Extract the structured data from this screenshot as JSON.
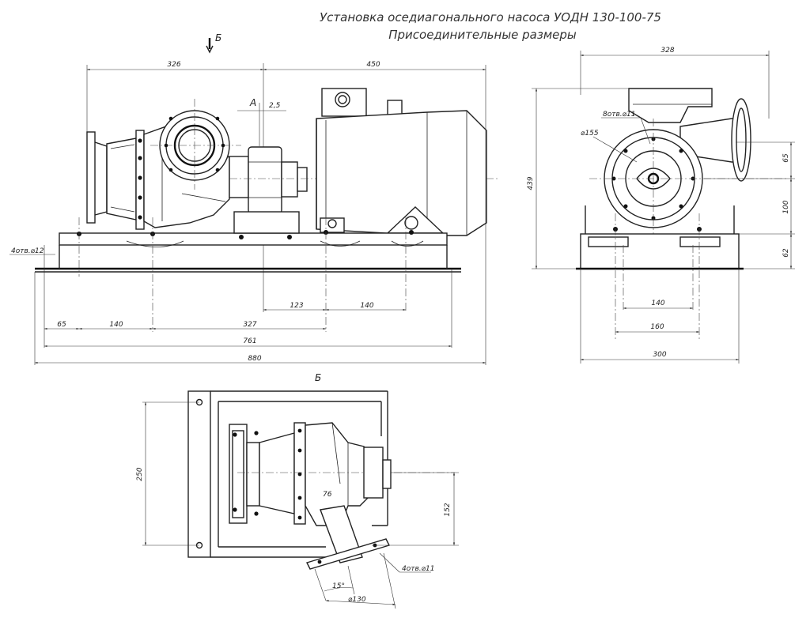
{
  "title": {
    "line1": "Установка оседиагонального насоса УОДН 130-100-75",
    "line2": "Присоединительные размеры"
  },
  "views": {
    "section_mark_top": "Б",
    "section_mark_center": "Б",
    "section_mark_a": "А"
  },
  "side_view": {
    "dims": {
      "top_left": "326",
      "top_right": "450",
      "gap": "2,5",
      "holes": "4отв.⌀12",
      "d123": "123",
      "d140a": "140",
      "d65": "65",
      "d140b": "140",
      "d327": "327",
      "d761": "761",
      "d880": "880"
    }
  },
  "end_view": {
    "dims": {
      "width_top": "328",
      "height": "439",
      "holes": "8отв.⌀11",
      "dia": "⌀155",
      "d65": "65",
      "d100": "100",
      "d62": "62",
      "d140": "140",
      "d160": "160",
      "d300": "300"
    }
  },
  "plan_view": {
    "dims": {
      "d250": "250",
      "d76": "76",
      "d152": "152",
      "holes": "4отв.⌀11",
      "angle": "15°",
      "dia": "⌀130"
    }
  }
}
